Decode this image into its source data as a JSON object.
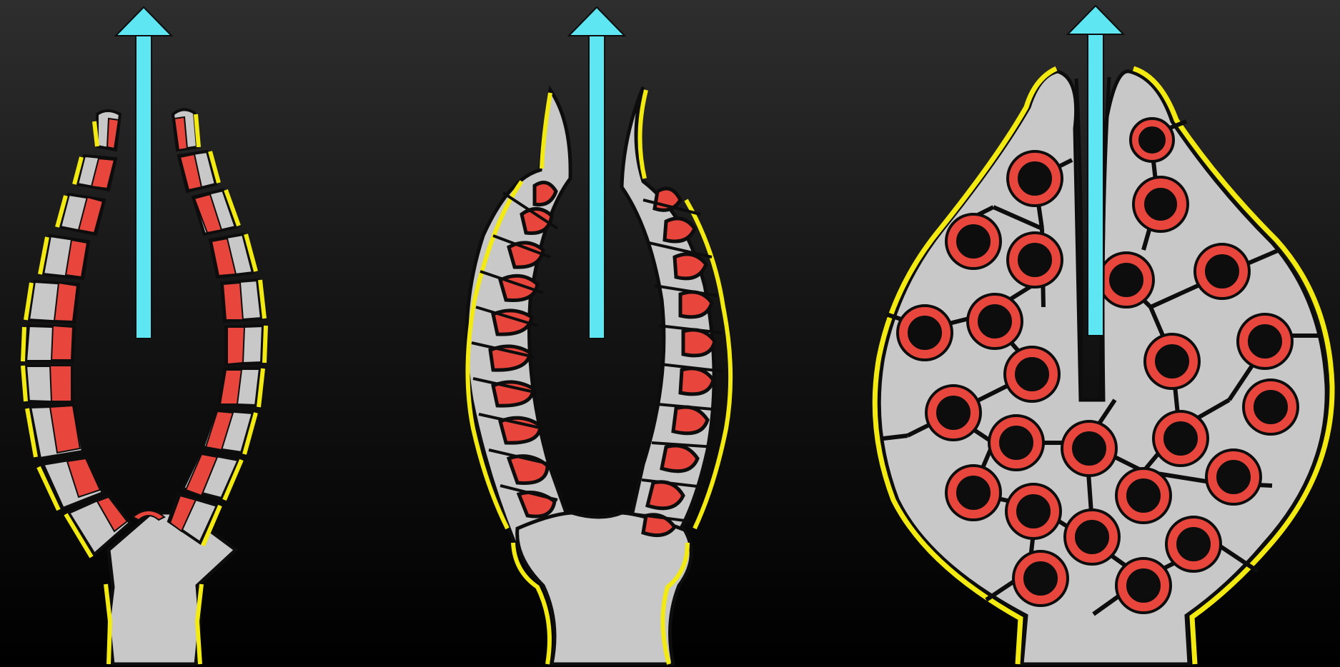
{
  "diagram": {
    "panels": [
      {
        "id": "stage-1",
        "arrow": "upward-flow-arrow",
        "cell_layers": "single"
      },
      {
        "id": "stage-2",
        "arrow": "upward-flow-arrow",
        "cell_layers": "folded"
      },
      {
        "id": "stage-3",
        "arrow": "upward-flow-arrow",
        "cell_layers": "branched-network"
      }
    ],
    "colors": {
      "arrow": "#5fe6f3",
      "tissue": "#c8c8c8",
      "outline": "#0d0d0d",
      "outer_layer": "#f2ea10",
      "inner_layer": "#e8463c",
      "background_top": "#2e2e2e",
      "background_bottom": "#000000"
    }
  }
}
